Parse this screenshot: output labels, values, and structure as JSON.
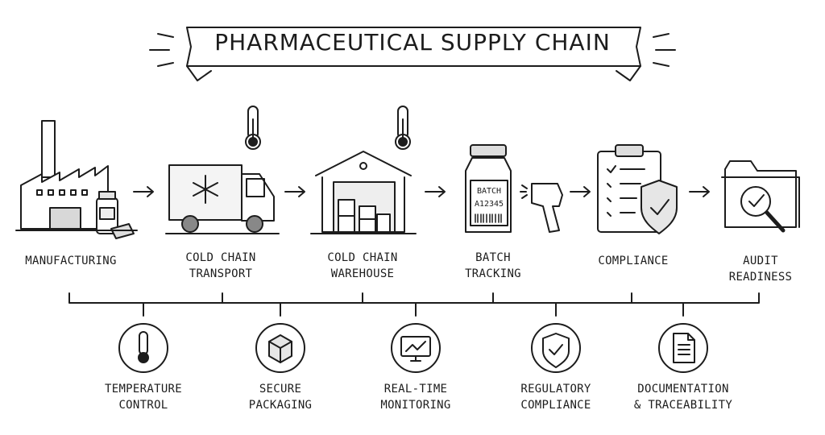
{
  "title": "PHARMACEUTICAL SUPPLY CHAIN",
  "stages": [
    {
      "label": "MANUFACTURING",
      "icon": "factory-icon"
    },
    {
      "label": "COLD CHAIN\nTRANSPORT",
      "icon": "refrigerated-truck-icon"
    },
    {
      "label": "COLD CHAIN\nWAREHOUSE",
      "icon": "warehouse-icon"
    },
    {
      "label": "BATCH\nTRACKING",
      "icon": "medicine-bottle-scanner-icon"
    },
    {
      "label": "COMPLIANCE",
      "icon": "clipboard-shield-icon"
    },
    {
      "label": "AUDIT\nREADINESS",
      "icon": "folder-magnifier-icon"
    }
  ],
  "batch_label": {
    "line1": "BATCH",
    "line2": "A12345"
  },
  "pillars": [
    {
      "label": "TEMPERATURE\nCONTROL",
      "icon": "thermometer-icon"
    },
    {
      "label": "SECURE\nPACKAGING",
      "icon": "box-icon"
    },
    {
      "label": "REAL-TIME\nMONITORING",
      "icon": "monitor-chart-icon"
    },
    {
      "label": "REGULATORY\nCOMPLIANCE",
      "icon": "shield-check-icon"
    },
    {
      "label": "DOCUMENTATION\n& TRACEABILITY",
      "icon": "document-icon"
    }
  ]
}
